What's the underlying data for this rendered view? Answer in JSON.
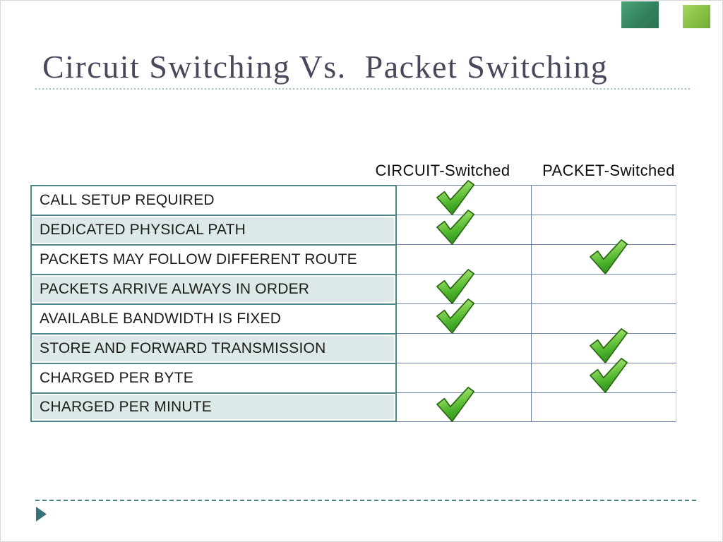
{
  "slide": {
    "title": "Circuit Switching Vs.  Packet Switching"
  },
  "table": {
    "column_headers": [
      "CIRCUIT-Switched",
      "PACKET-Switched"
    ],
    "rows": [
      {
        "label": "CALL SETUP REQUIRED",
        "circuit": true,
        "packet": false
      },
      {
        "label": "DEDICATED PHYSICAL PATH",
        "circuit": true,
        "packet": false
      },
      {
        "label": "PACKETS MAY FOLLOW DIFFERENT ROUTE",
        "circuit": false,
        "packet": true
      },
      {
        "label": "PACKETS ARRIVE ALWAYS IN ORDER",
        "circuit": true,
        "packet": false
      },
      {
        "label": "AVAILABLE BANDWIDTH IS FIXED",
        "circuit": true,
        "packet": false
      },
      {
        "label": "STORE AND FORWARD TRANSMISSION",
        "circuit": false,
        "packet": true
      },
      {
        "label": "CHARGED PER BYTE",
        "circuit": false,
        "packet": true
      },
      {
        "label": "CHARGED PER MINUTE",
        "circuit": true,
        "packet": false
      }
    ],
    "checkmark_icon": "green-check"
  },
  "colors": {
    "title_text": "#48485c",
    "table_border_teal": "#4e8888",
    "row_fill_alt": "#dde9e9",
    "grid_line_slate": "#7385a5",
    "check_green": "#4cb32c",
    "accent_teal": "#387078",
    "decor_square_dark": "#348260",
    "decor_square_light": "#84bd41"
  }
}
